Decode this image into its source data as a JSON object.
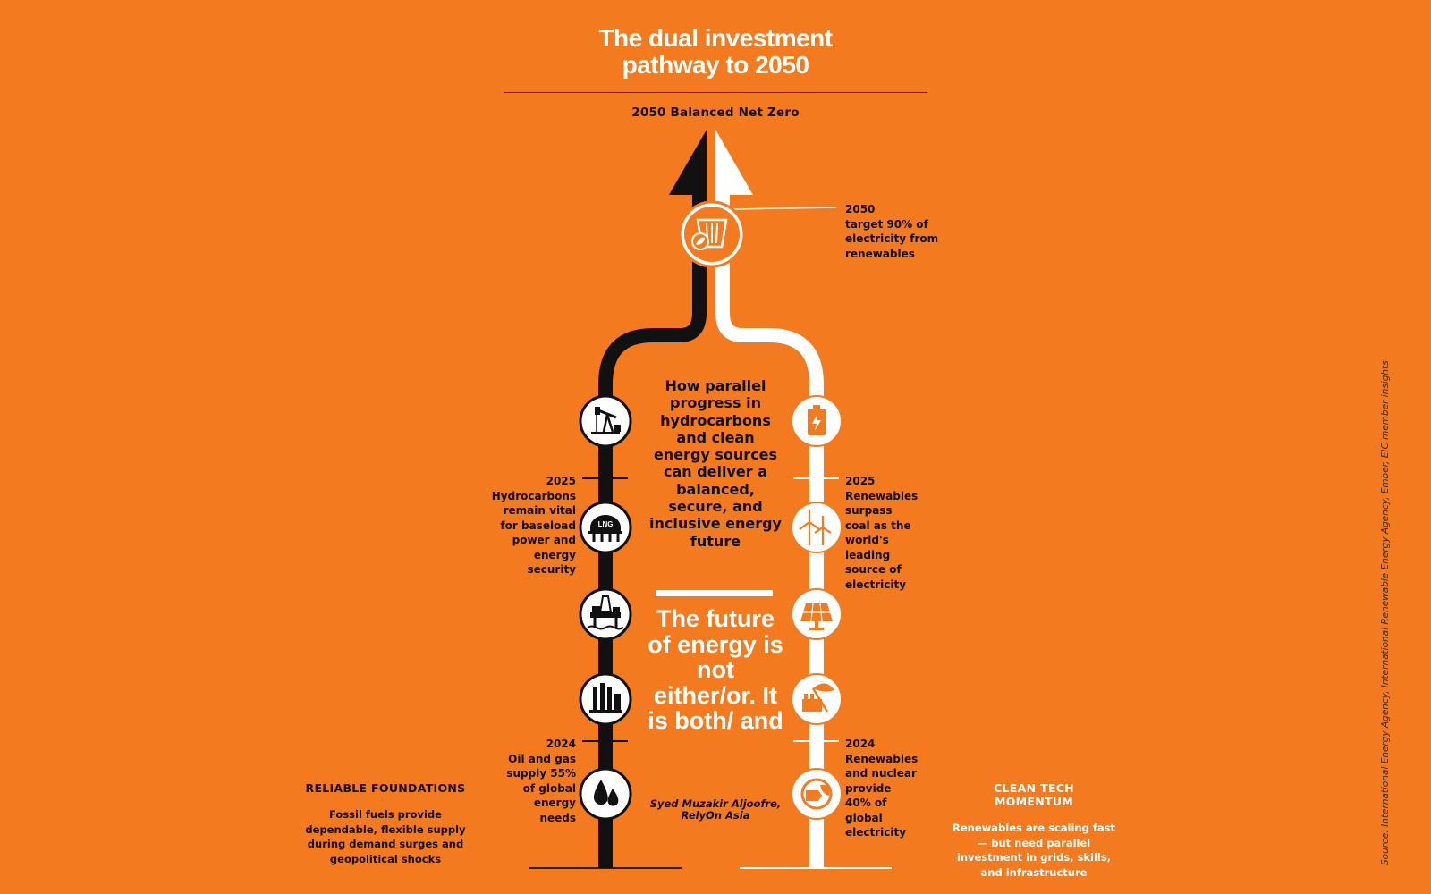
{
  "title": {
    "line1": "The dual investment",
    "line2": "pathway to 2050"
  },
  "goal": "2050 Balanced Net Zero",
  "center_text": "How parallel progress in hydrocarbons and clean energy sources can deliver a balanced, secure, and inclusive energy future",
  "quote": {
    "text": "The future of energy is not either/or. It is both/ and",
    "attribution_line1": "Syed Muzakir Aljoofre,",
    "attribution_line2": "RelyOn Asia"
  },
  "milestones": {
    "top": {
      "year": "2050",
      "text": "target 90% of electricity from renewables"
    },
    "left_2025": {
      "year": "2025",
      "text": "Hydrocarbons remain vital for baseload power and energy security"
    },
    "left_2024": {
      "year": "2024",
      "text": "Oil and gas supply 55% of global energy needs"
    },
    "right_2025": {
      "year": "2025",
      "text": "Renewables surpass coal as the world's leading source of electricity"
    },
    "right_2024": {
      "year": "2024",
      "text": "Renewables and nuclear provide 40% of global electricity"
    }
  },
  "left_panel": {
    "heading": "RELIABLE FOUNDATIONS",
    "body": "Fossil fuels provide dependable, flexible supply during demand surges and geopolitical shocks"
  },
  "right_panel": {
    "heading": "CLEAN TECH MOMENTUM",
    "body": "Renewables are scaling fast — but need parallel investment in grids, skills, and infrastructure"
  },
  "icons": {
    "top": "recycle-bin-leaf-icon",
    "left": [
      "oil-pumpjack-icon",
      "lng-tank-icon",
      "offshore-rig-icon",
      "refinery-icon",
      "oil-drops-icon"
    ],
    "right": [
      "battery-icon",
      "wind-turbine-icon",
      "solar-panel-icon",
      "clean-factory-icon",
      "green-fuel-pump-icon"
    ]
  },
  "lng_label": "LNG",
  "source": "Source: International Energy Agency, International Renewable Energy Agency, Ember, EIC member insights",
  "colors": {
    "background": "#F47A20",
    "hydrocarbon_path": "#111111",
    "clean_path": "#FFFFFF"
  }
}
